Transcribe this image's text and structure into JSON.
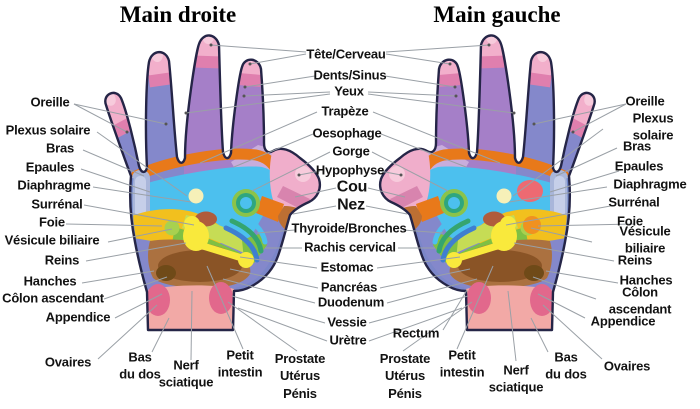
{
  "titles": {
    "left_diagram": "Main droite",
    "right_diagram": "Main gauche"
  },
  "side_labels": [
    "Oreille",
    "Plexus solaire",
    "Bras",
    "Epaules",
    "Diaphragme",
    "Surrénal",
    "Foie",
    "Vésicule biliaire",
    "Reins",
    "Hanches",
    "Côlon ascendant",
    "Appendice",
    "Ovaires"
  ],
  "center_labels": [
    "Tête/Cerveau",
    "Dents/Sinus",
    "Yeux",
    "Trapèze",
    "Oesophage",
    "Gorge",
    "Hypophyse",
    "Cou",
    "Nez",
    "Thyroide/Bronches",
    "Rachis cervical",
    "Estomac",
    "Pancréas",
    "Duodenum",
    "Vessie",
    "Urètre"
  ],
  "bottom_labels": {
    "bas_du_dos": "Bas\ndu dos",
    "nerf_sciatique": "Nerf\nsciatique",
    "petit_intestin": "Petit\nintestin",
    "prostate_uterus_penis": "Prostate\nUtérus\nPénis",
    "rectum": "Rectum"
  },
  "colors": {
    "finger_blue": "#8488cb",
    "finger_purple": "#a57fc8",
    "tip_pink": "#f2afcb",
    "tip_band_pink": "#e07fae",
    "palm_cyan": "#4cc0ee",
    "band_orange": "#e8791a",
    "zone_gold": "#f2c01e",
    "zone_green": "#7fc043",
    "zone_light_green": "#c6dc55",
    "zone_brown": "#ab7140",
    "zone_dark_brown": "#8a5426",
    "wrist_pink": "#f2a9a6",
    "oval_pink": "#e2688c",
    "kidney_yellow": "#f9e93c",
    "heart_red": "#ed6a72",
    "shoulder_gray_blue": "#a9b6da",
    "leader_line_gray": "#9aa0a6"
  }
}
